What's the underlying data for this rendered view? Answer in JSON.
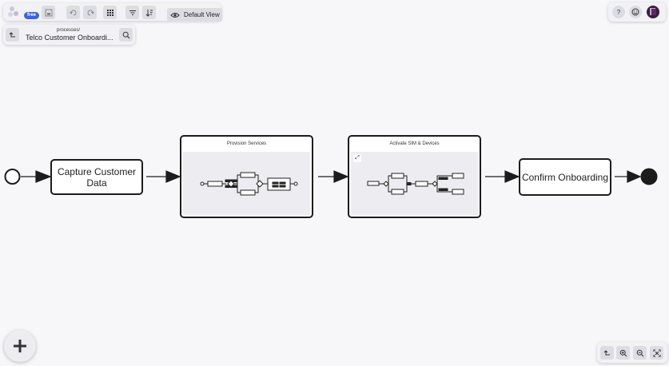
{
  "toolbar": {
    "plan_badge": "free",
    "view_label": "Default View"
  },
  "process": {
    "path_prefix": "processes/",
    "name": "Telco Customer Onboardi..."
  },
  "diagram": {
    "tasks": [
      {
        "label_line1": "Capture Customer",
        "label_line2": "Data"
      },
      {
        "label": "Confirm Onboarding"
      }
    ],
    "subprocesses": [
      {
        "title": "Provision Services"
      },
      {
        "title": "Activate SIM & Devices"
      }
    ]
  },
  "icons": [
    "logo-icon",
    "save-icon",
    "undo-icon",
    "redo-icon",
    "grid-icon",
    "filter-icon",
    "sort-icon",
    "eye-icon",
    "back-icon",
    "search-icon",
    "help-icon",
    "smiley-icon",
    "avatar",
    "expand-icon",
    "plus-icon",
    "zoom-in-icon",
    "zoom-out-icon",
    "fit-icon"
  ]
}
